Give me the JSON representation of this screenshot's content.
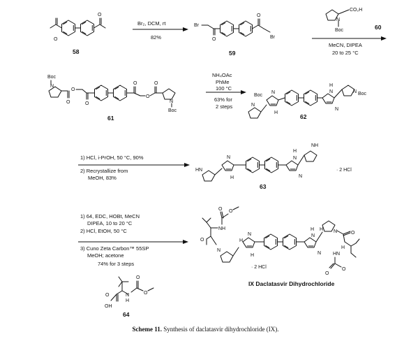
{
  "compounds": {
    "c58": "58",
    "c59": "59",
    "c60": "60",
    "c61": "61",
    "c62": "62",
    "c63": "63",
    "c64": "64",
    "final": "IX  Daclatasvir Dihydrochloride"
  },
  "atoms": {
    "o": "O",
    "br": "Br",
    "n": "N",
    "h": "H",
    "nh": "NH",
    "hn": "HN",
    "oh": "OH",
    "boc": "Boc",
    "co2h": "CO₂H",
    "hcl2": "· 2 HCl"
  },
  "steps": {
    "s1": [
      "Br₂, DCM, rt",
      "82%"
    ],
    "s2": [
      "MeCN, DIPEA",
      "20 to 25 °C"
    ],
    "s3": [
      "NH₄OAc",
      "PhMe",
      "100 °C",
      "63% for",
      "2 steps"
    ],
    "s4": [
      "1)  HCl, i-PrOH, 50 °C, 90%",
      "2)  Recrystallize from",
      "MeOH, 83%"
    ],
    "s5": [
      "1)  64, EDC, HOBt, MeCN",
      "DIPEA, 10 to 20 °C",
      "2)  HCl, EtOH, 50 °C",
      "3)  Cuno Zeta Carbon™ 55SP",
      "MeOH; acetone",
      "74% for 3 steps"
    ]
  },
  "caption": {
    "label": "Scheme 11.",
    "text": " Synthesis of daclatasvir dihydrochloride (IX)."
  }
}
